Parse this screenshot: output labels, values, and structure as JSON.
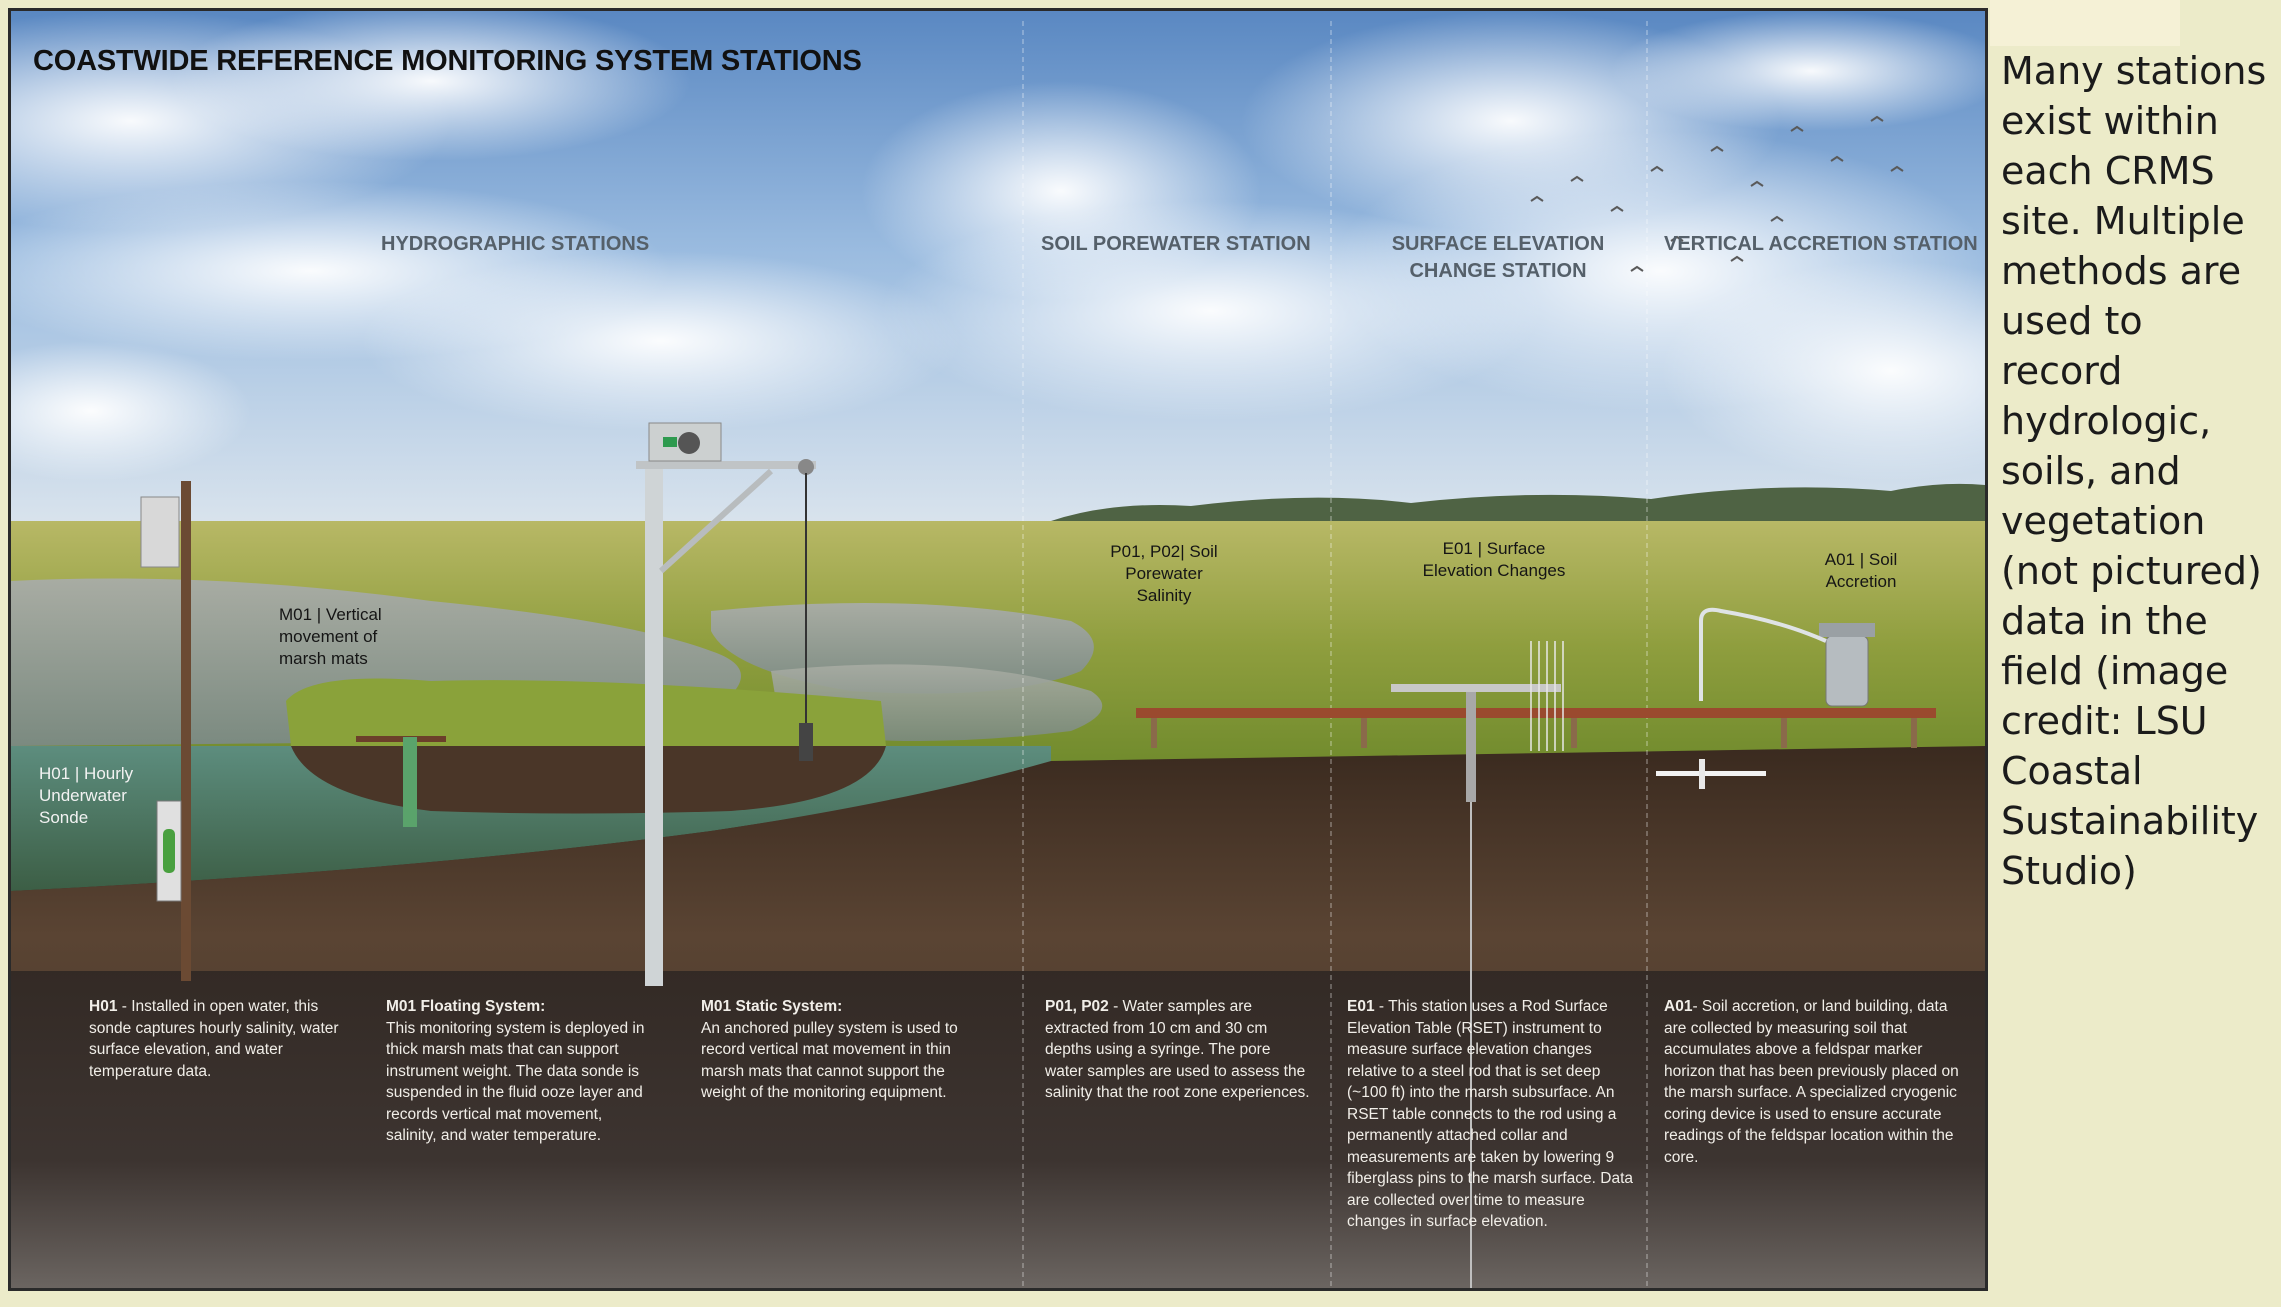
{
  "diagram": {
    "title": "COASTWIDE REFERENCE MONITORING  SYSTEM STATIONS",
    "stations": [
      {
        "label": "HYDROGRAPHIC STATIONS"
      },
      {
        "label": "SOIL POREWATER STATION"
      },
      {
        "line1": "SURFACE ELEVATION",
        "line2": "CHANGE STATION"
      },
      {
        "label": "VERTICAL ACCRETION STATION"
      }
    ],
    "callouts": {
      "h01": [
        "H01 | Hourly",
        "Underwater",
        "Sonde"
      ],
      "m01": [
        "M01 | Vertical",
        "movement of",
        "marsh mats"
      ],
      "p01": [
        "P01, P02| Soil",
        "Porewater",
        "Salinity"
      ],
      "e01": [
        "E01 | Surface",
        "Elevation Changes"
      ],
      "a01": [
        "A01 | Soil",
        "Accretion"
      ]
    },
    "descriptions": [
      {
        "code": "H01",
        "text": " - Installed in open water, this sonde captures hourly salinity, water surface elevation, and water temperature data."
      },
      {
        "code": "M01 Floating System:",
        "text": "This monitoring system is deployed in thick marsh mats that can support instrument weight. The data sonde is suspended in the fluid ooze layer and  records vertical mat movement, salinity, and water temperature."
      },
      {
        "code": "M01 Static System:",
        "text": "An anchored pulley system is used to record vertical mat movement in thin marsh mats that cannot support the weight of the monitoring equipment."
      },
      {
        "code": "P01, P02",
        "text": " - Water samples are extracted from 10 cm and 30 cm depths using a syringe.  The pore water samples are used to assess the salinity that the root zone experiences."
      },
      {
        "code": "E01",
        "text": " - This station uses a Rod Surface Elevation Table (RSET) instrument to measure surface  elevation changes relative to a steel rod that is set deep (~100 ft) into the marsh subsurface. An RSET table connects to the rod using a permanently attached collar and measurements are taken by lowering 9 fiberglass pins to the marsh surface.   Data are collected over time to measure changes in surface elevation."
      },
      {
        "code": "A01",
        "text": "- Soil accretion, or land building, data are collected by measuring soil that accumulates above a feldspar marker horizon that has been previously placed on the marsh surface.   A specialized cryogenic coring device is used to ensure accurate readings of the feldspar location within the core."
      }
    ]
  },
  "caption": "Many stations exist within each CRMS site. Multiple methods are used to record hydrologic, soils, and vegetation (not pictured) data in the field (image credit: LSU Coastal Sustainability Studio)"
}
